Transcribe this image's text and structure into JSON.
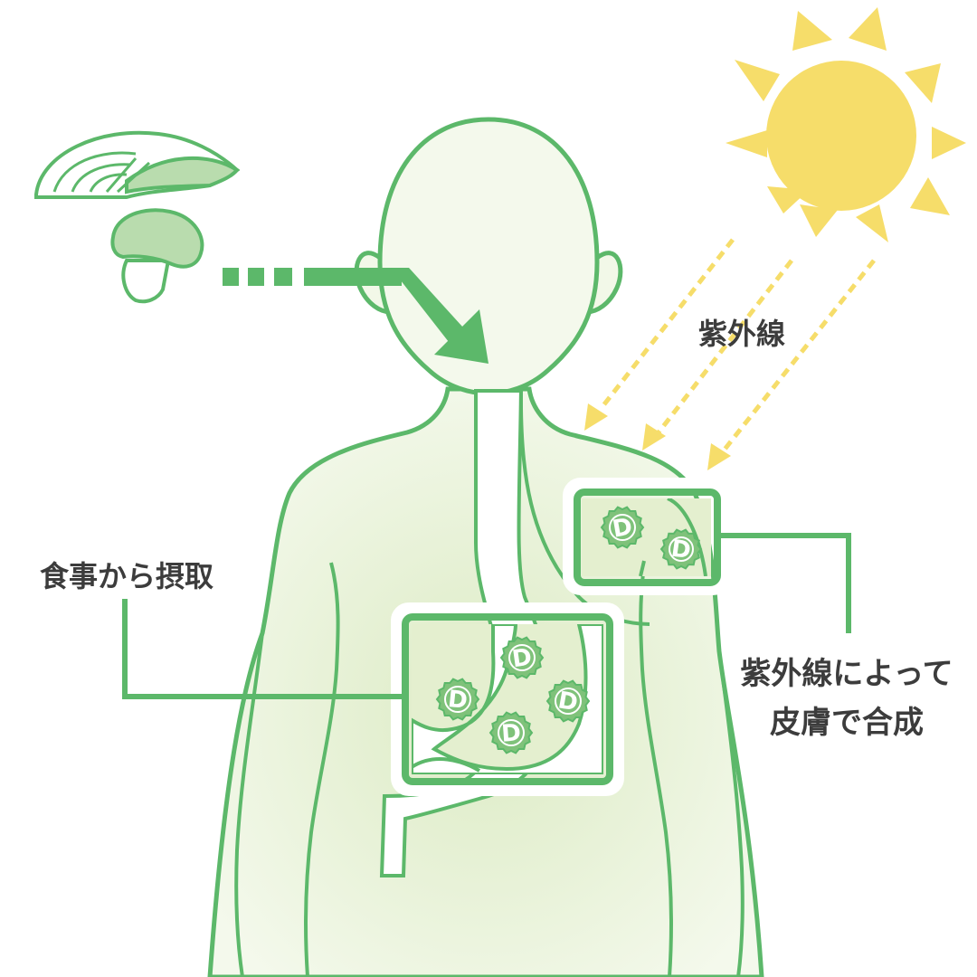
{
  "labels": {
    "uv": "紫外線",
    "food_intake": "食事から摂取",
    "skin_synthesis_line1": "紫外線によって",
    "skin_synthesis_line2": "皮膚で合成"
  },
  "vitamin": {
    "letter": "D"
  },
  "colors": {
    "outline_green": "#5cb86a",
    "arrow_green": "#5cb86a",
    "body_fill": "#eef5e0",
    "food_fill": "#b9dcae",
    "sun_yellow": "#f6dd6a",
    "uv_dash": "#f6dd6a",
    "badge_green": "#7fc27a",
    "label_text": "#3c3c3c"
  }
}
